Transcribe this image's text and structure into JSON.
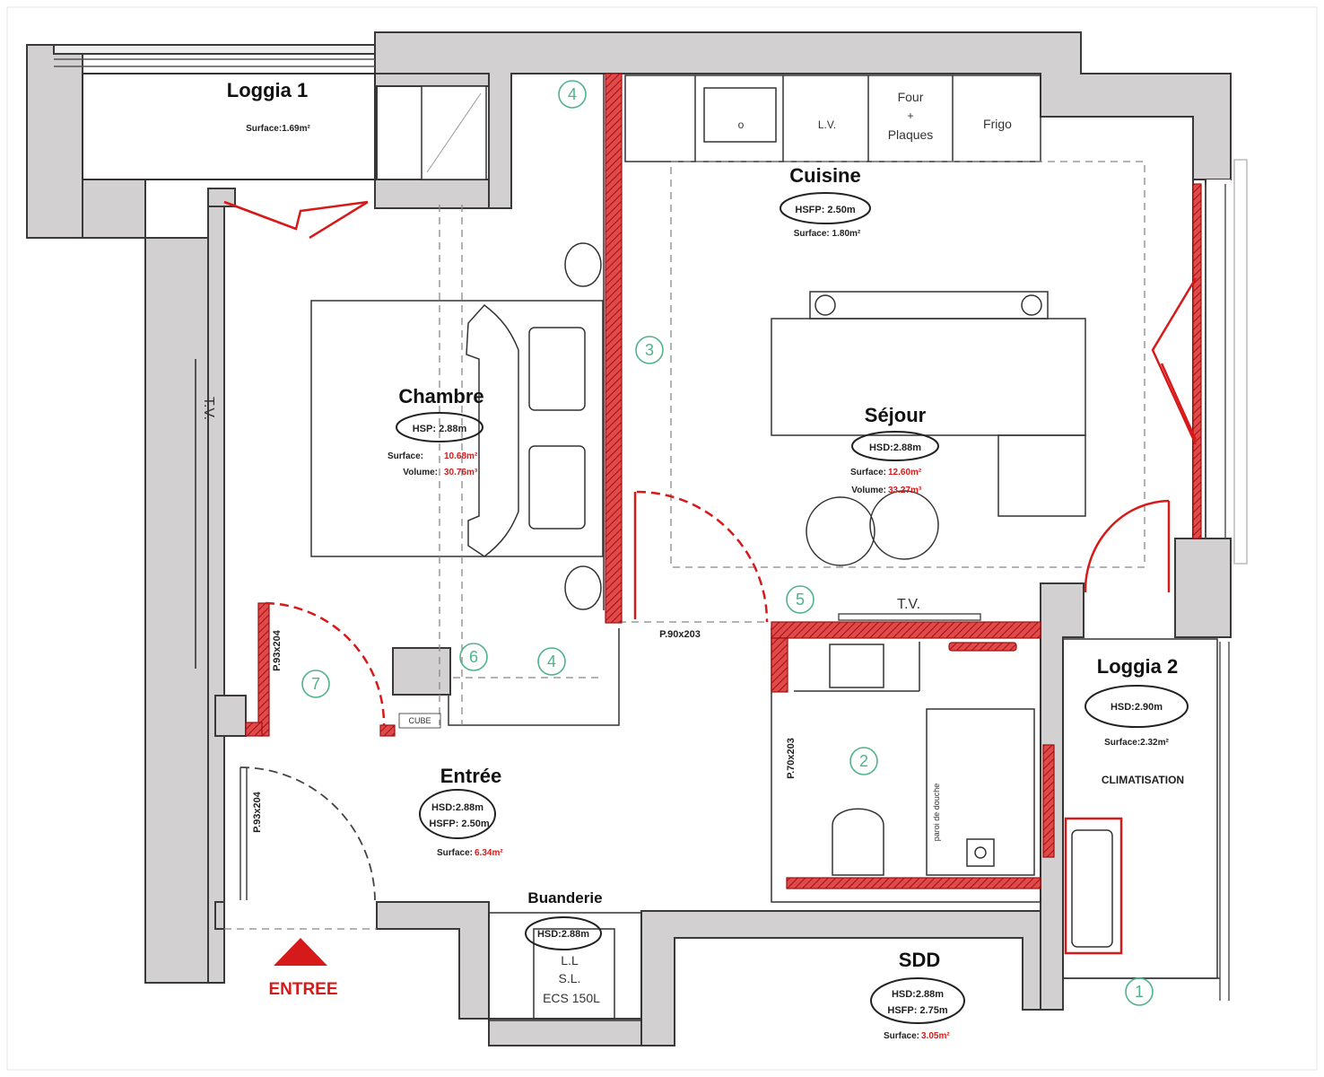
{
  "rooms": {
    "loggia1": {
      "name": "Loggia 1",
      "surface": "Surface:1.69m²"
    },
    "chambre": {
      "name": "Chambre",
      "hsp": "HSP: 2.88m",
      "surface_label": "Surface:",
      "surface_value": "10.68m²",
      "volume_label": "Volume:",
      "volume_value": "30.76m³"
    },
    "cuisine": {
      "name": "Cuisine",
      "hsfp": "HSFP: 2.50m",
      "surface": "Surface: 1.80m²"
    },
    "sejour": {
      "name": "Séjour",
      "hsd": "HSD:2.88m",
      "surface_label": "Surface:",
      "surface_value": "12.60m²",
      "volume_label": "Volume:",
      "volume_value": "33.27m³"
    },
    "loggia2": {
      "name": "Loggia 2",
      "hsd": "HSD:2.90m",
      "surface": "Surface:2.32m²",
      "note": "CLIMATISATION"
    },
    "entree": {
      "name": "Entrée",
      "hsd": "HSD:2.88m",
      "hsfp": "HSFP: 2.50m",
      "surface_label": "Surface:",
      "surface_value": "6.34m²"
    },
    "buanderie": {
      "name": "Buanderie",
      "hsd": "HSD:2.88m",
      "items": [
        "L.L",
        "S.L.",
        "ECS 150L"
      ]
    },
    "sdd": {
      "name": "SDD",
      "hsd": "HSD:2.88m",
      "hsfp": "HSFP: 2.75m",
      "surface_label": "Surface:",
      "surface_value": "3.05m²"
    }
  },
  "kitchen_labels": {
    "sink": "o",
    "tv": "L.V.",
    "four": "Four",
    "plus": "+",
    "plaques": "Plaques",
    "frigo": "Frigo"
  },
  "doors": {
    "d1": "P.93x204",
    "d2": "P.93x204",
    "d3": "P.90x203",
    "d4": "P.70x203"
  },
  "misc": {
    "tv_left": "T.V.",
    "tv_bottom": "T.V.",
    "entrance": "ENTREE",
    "shower_text": "paroi de douche",
    "cupboard": "CUBE"
  },
  "markers": {
    "m1": "1",
    "m2": "2",
    "m3": "3",
    "m4a": "4",
    "m4b": "4",
    "m5": "5",
    "m6": "6",
    "m7": "7"
  },
  "colors": {
    "wall": "#d2d0d0",
    "wall_stroke": "#3a3a3a",
    "red": "#d61a1a",
    "marker": "#4fb38a"
  }
}
